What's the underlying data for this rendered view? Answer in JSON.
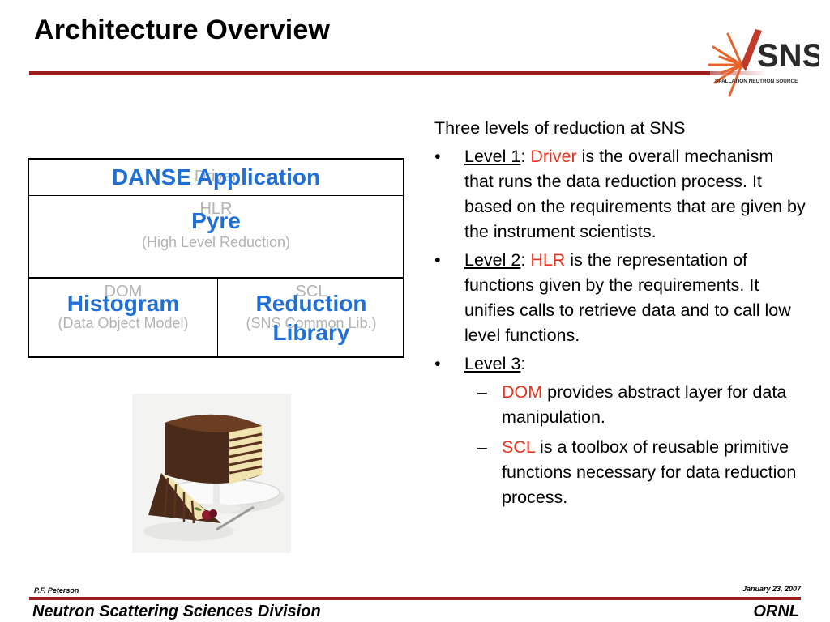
{
  "title": "Architecture Overview",
  "logo": {
    "wordmark": "SNS",
    "subtitle": "SPALLATION NEUTRON SOURCE"
  },
  "diagram": {
    "row1": {
      "ghost": "Driver",
      "label": "DANSE Application"
    },
    "row2": {
      "ghost": "HLR",
      "ghost_sub": "(High Level Reduction)",
      "label": "Pyre"
    },
    "left": {
      "ghost": "DOM",
      "ghost_sub": "(Data Object Model)",
      "label": "Histogram"
    },
    "right": {
      "ghost": "SCL",
      "ghost_sub": "(SNS Common Lib.)",
      "label1": "Reduction",
      "label2": "Library"
    }
  },
  "bullets": {
    "intro": "Three levels of reduction at SNS",
    "l1": {
      "level": "Level 1",
      "sep": ":",
      "term": "Driver",
      "rest": " is the overall mechanism that runs the data reduction process. It based on the requirements that are given by the instrument scientists."
    },
    "l2": {
      "level": "Level 2",
      "sep": ":",
      "term": "HLR",
      "rest": " is the representation of functions given by the requirements. It unifies calls to retrieve data and to call low level functions."
    },
    "l3": {
      "level": "Level 3",
      "sep": ":"
    },
    "sub1": {
      "term": "DOM",
      "rest": " provides abstract layer for data manipulation."
    },
    "sub2": {
      "term": "SCL",
      "rest": " is a toolbox of reusable primitive functions necessary for data reduction process."
    }
  },
  "footer": {
    "author": "P.F. Peterson",
    "date": "January 23, 2007",
    "left": "Neutron Scattering Sciences Division",
    "right": "ORNL"
  },
  "colors": {
    "accent_red": "#9b1c1c",
    "term_red": "#e8321e",
    "overlay_blue": "#1f6fd6",
    "ghost_gray": "#b3b3b3"
  }
}
